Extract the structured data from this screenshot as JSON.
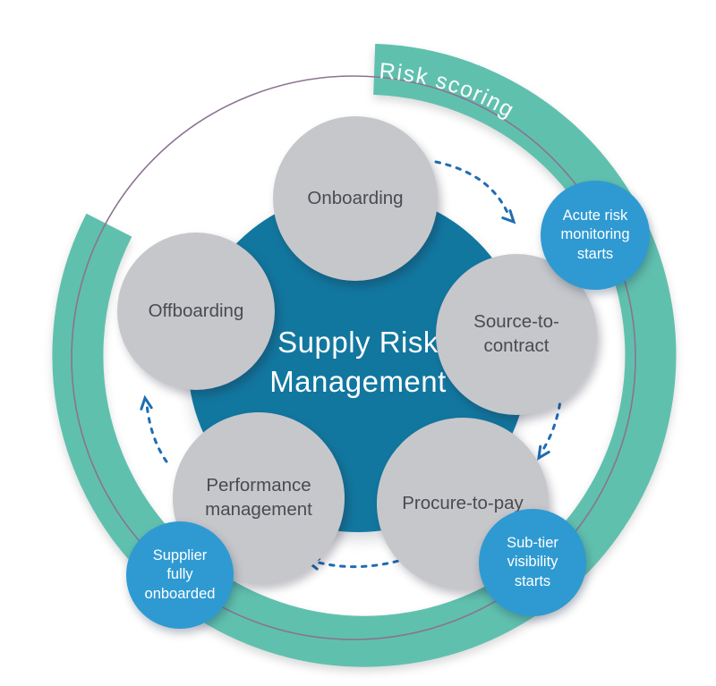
{
  "diagram": {
    "title": "Supply Risk\nManagement",
    "ring_label": "Risk scoring",
    "stages": [
      {
        "label": "Onboarding"
      },
      {
        "label": "Source-to-\ncontract"
      },
      {
        "label": "Procure-to-pay"
      },
      {
        "label": "Performance\nmanagement"
      },
      {
        "label": "Offboarding"
      }
    ],
    "milestones": [
      {
        "label": "Acute risk\nmonitoring\nstarts"
      },
      {
        "label": "Sub-tier\nvisibility\nstarts"
      },
      {
        "label": "Supplier\nfully\nonboarded"
      }
    ],
    "colors": {
      "ring_teal": "#60c0ae",
      "hub_blue": "#12779f",
      "milestone_blue": "#2f9ad2",
      "process_gray": "#c6c7cb",
      "arrow_blue": "#1e6db3",
      "thin_line": "#8b7391",
      "stage_text": "#4a4a53"
    }
  }
}
